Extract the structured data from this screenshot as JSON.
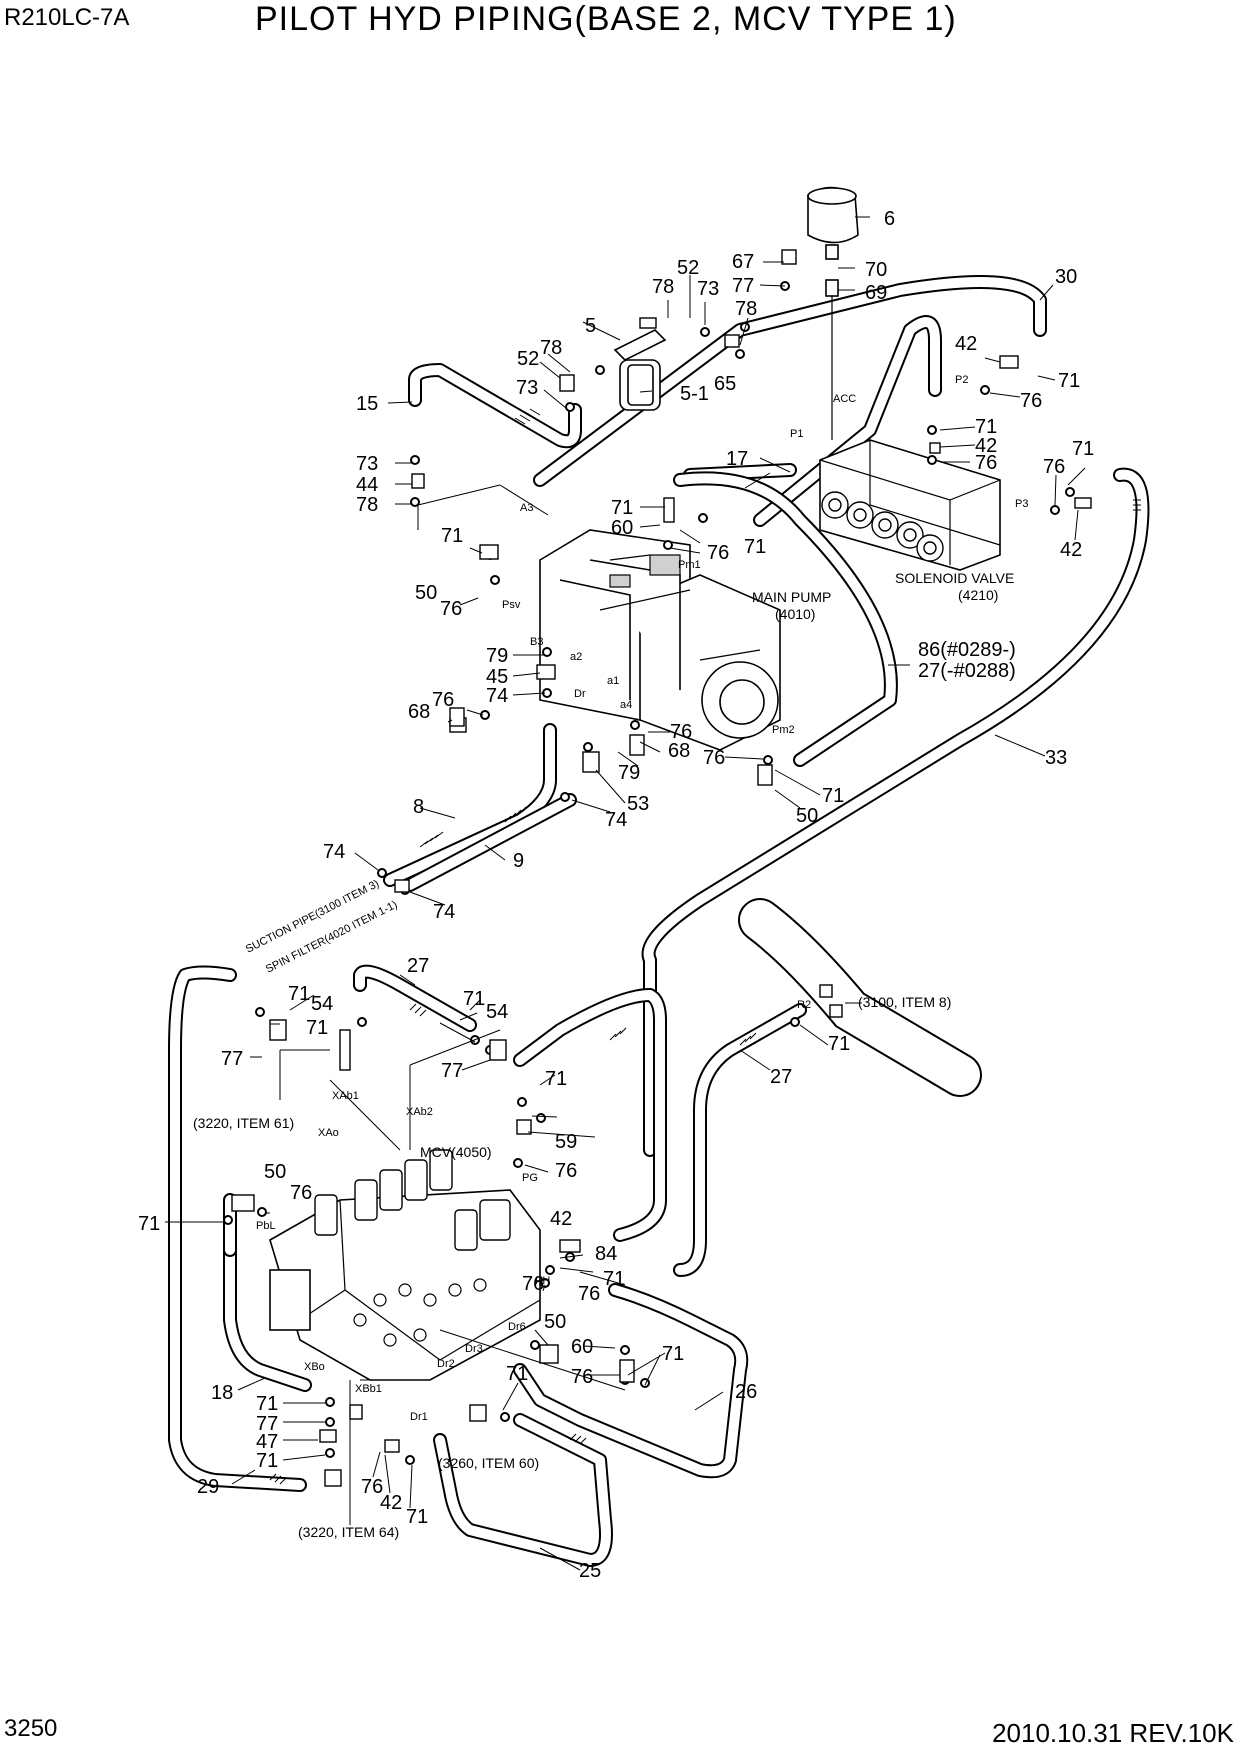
{
  "header": {
    "model": "R210LC-7A",
    "title": "PILOT HYD PIPING(BASE 2, MCV TYPE 1)"
  },
  "footer": {
    "page_number": "3250",
    "revision": "2010.10.31 REV.10K"
  },
  "components": {
    "main_pump_name": "MAIN PUMP",
    "main_pump_code": "(4010)",
    "solenoid_name": "SOLENOID VALVE",
    "solenoid_code": "(4210)",
    "mcv": "MCV(4050)"
  },
  "references": {
    "ref_3220_61": "(3220, ITEM 61)",
    "ref_3220_64": "(3220, ITEM 64)",
    "ref_3260_60": "(3260, ITEM 60)",
    "ref_3100_8": "(3100, ITEM 8)",
    "suction_pipe": "SUCTION PIPE(3100 ITEM 3)",
    "spin_filter": "SPIN FILTER(4020 ITEM 1-1)"
  },
  "port_labels": [
    "ACC",
    "P1",
    "P2",
    "P3",
    "A3",
    "Psv",
    "Pm1",
    "Pm2",
    "B3",
    "a2",
    "a1",
    "a4",
    "Dr",
    "XAb1",
    "XAb2",
    "XAo",
    "PbL",
    "PG",
    "PH",
    "Dr6",
    "Dr2",
    "Dr3",
    "XBo",
    "XBb1",
    "Dr1",
    "R2"
  ],
  "part_callouts": [
    "6",
    "70",
    "69",
    "67",
    "77",
    "52",
    "78",
    "73",
    "78",
    "5",
    "52",
    "78",
    "73",
    "65",
    "5-1",
    "30",
    "42",
    "71",
    "76",
    "71",
    "42",
    "76",
    "15",
    "73",
    "44",
    "78",
    "17",
    "71",
    "60",
    "71",
    "76",
    "71",
    "76",
    "42",
    "71",
    "50",
    "76",
    "79",
    "45",
    "74",
    "68",
    "76",
    "86(#0289-)",
    "27(-#0288)",
    "76",
    "68",
    "79",
    "76",
    "71",
    "50",
    "53",
    "74",
    "33",
    "8",
    "74",
    "9",
    "74",
    "27",
    "71",
    "54",
    "71",
    "71",
    "54",
    "77",
    "77",
    "71",
    "59",
    "76",
    "50",
    "76",
    "71",
    "42",
    "71",
    "84",
    "76",
    "76",
    "50",
    "60",
    "71",
    "76",
    "26",
    "18",
    "71",
    "77",
    "47",
    "71",
    "29",
    "76",
    "42",
    "71",
    "71",
    "25",
    "27",
    "71"
  ]
}
